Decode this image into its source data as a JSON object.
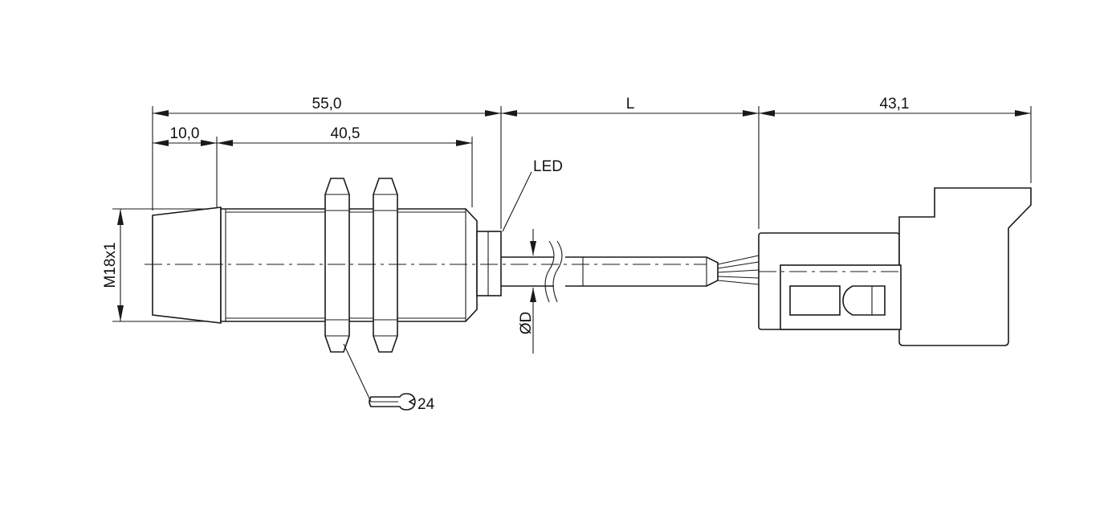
{
  "dimensions": {
    "overall_length": "55,0",
    "front_cap": "10,0",
    "thread_length": "40,5",
    "cable_length": "L",
    "connector_length": "43,1",
    "thread": "M18x1",
    "cable_diameter": "ØD"
  },
  "labels": {
    "led": "LED",
    "wrench_size": "24"
  }
}
